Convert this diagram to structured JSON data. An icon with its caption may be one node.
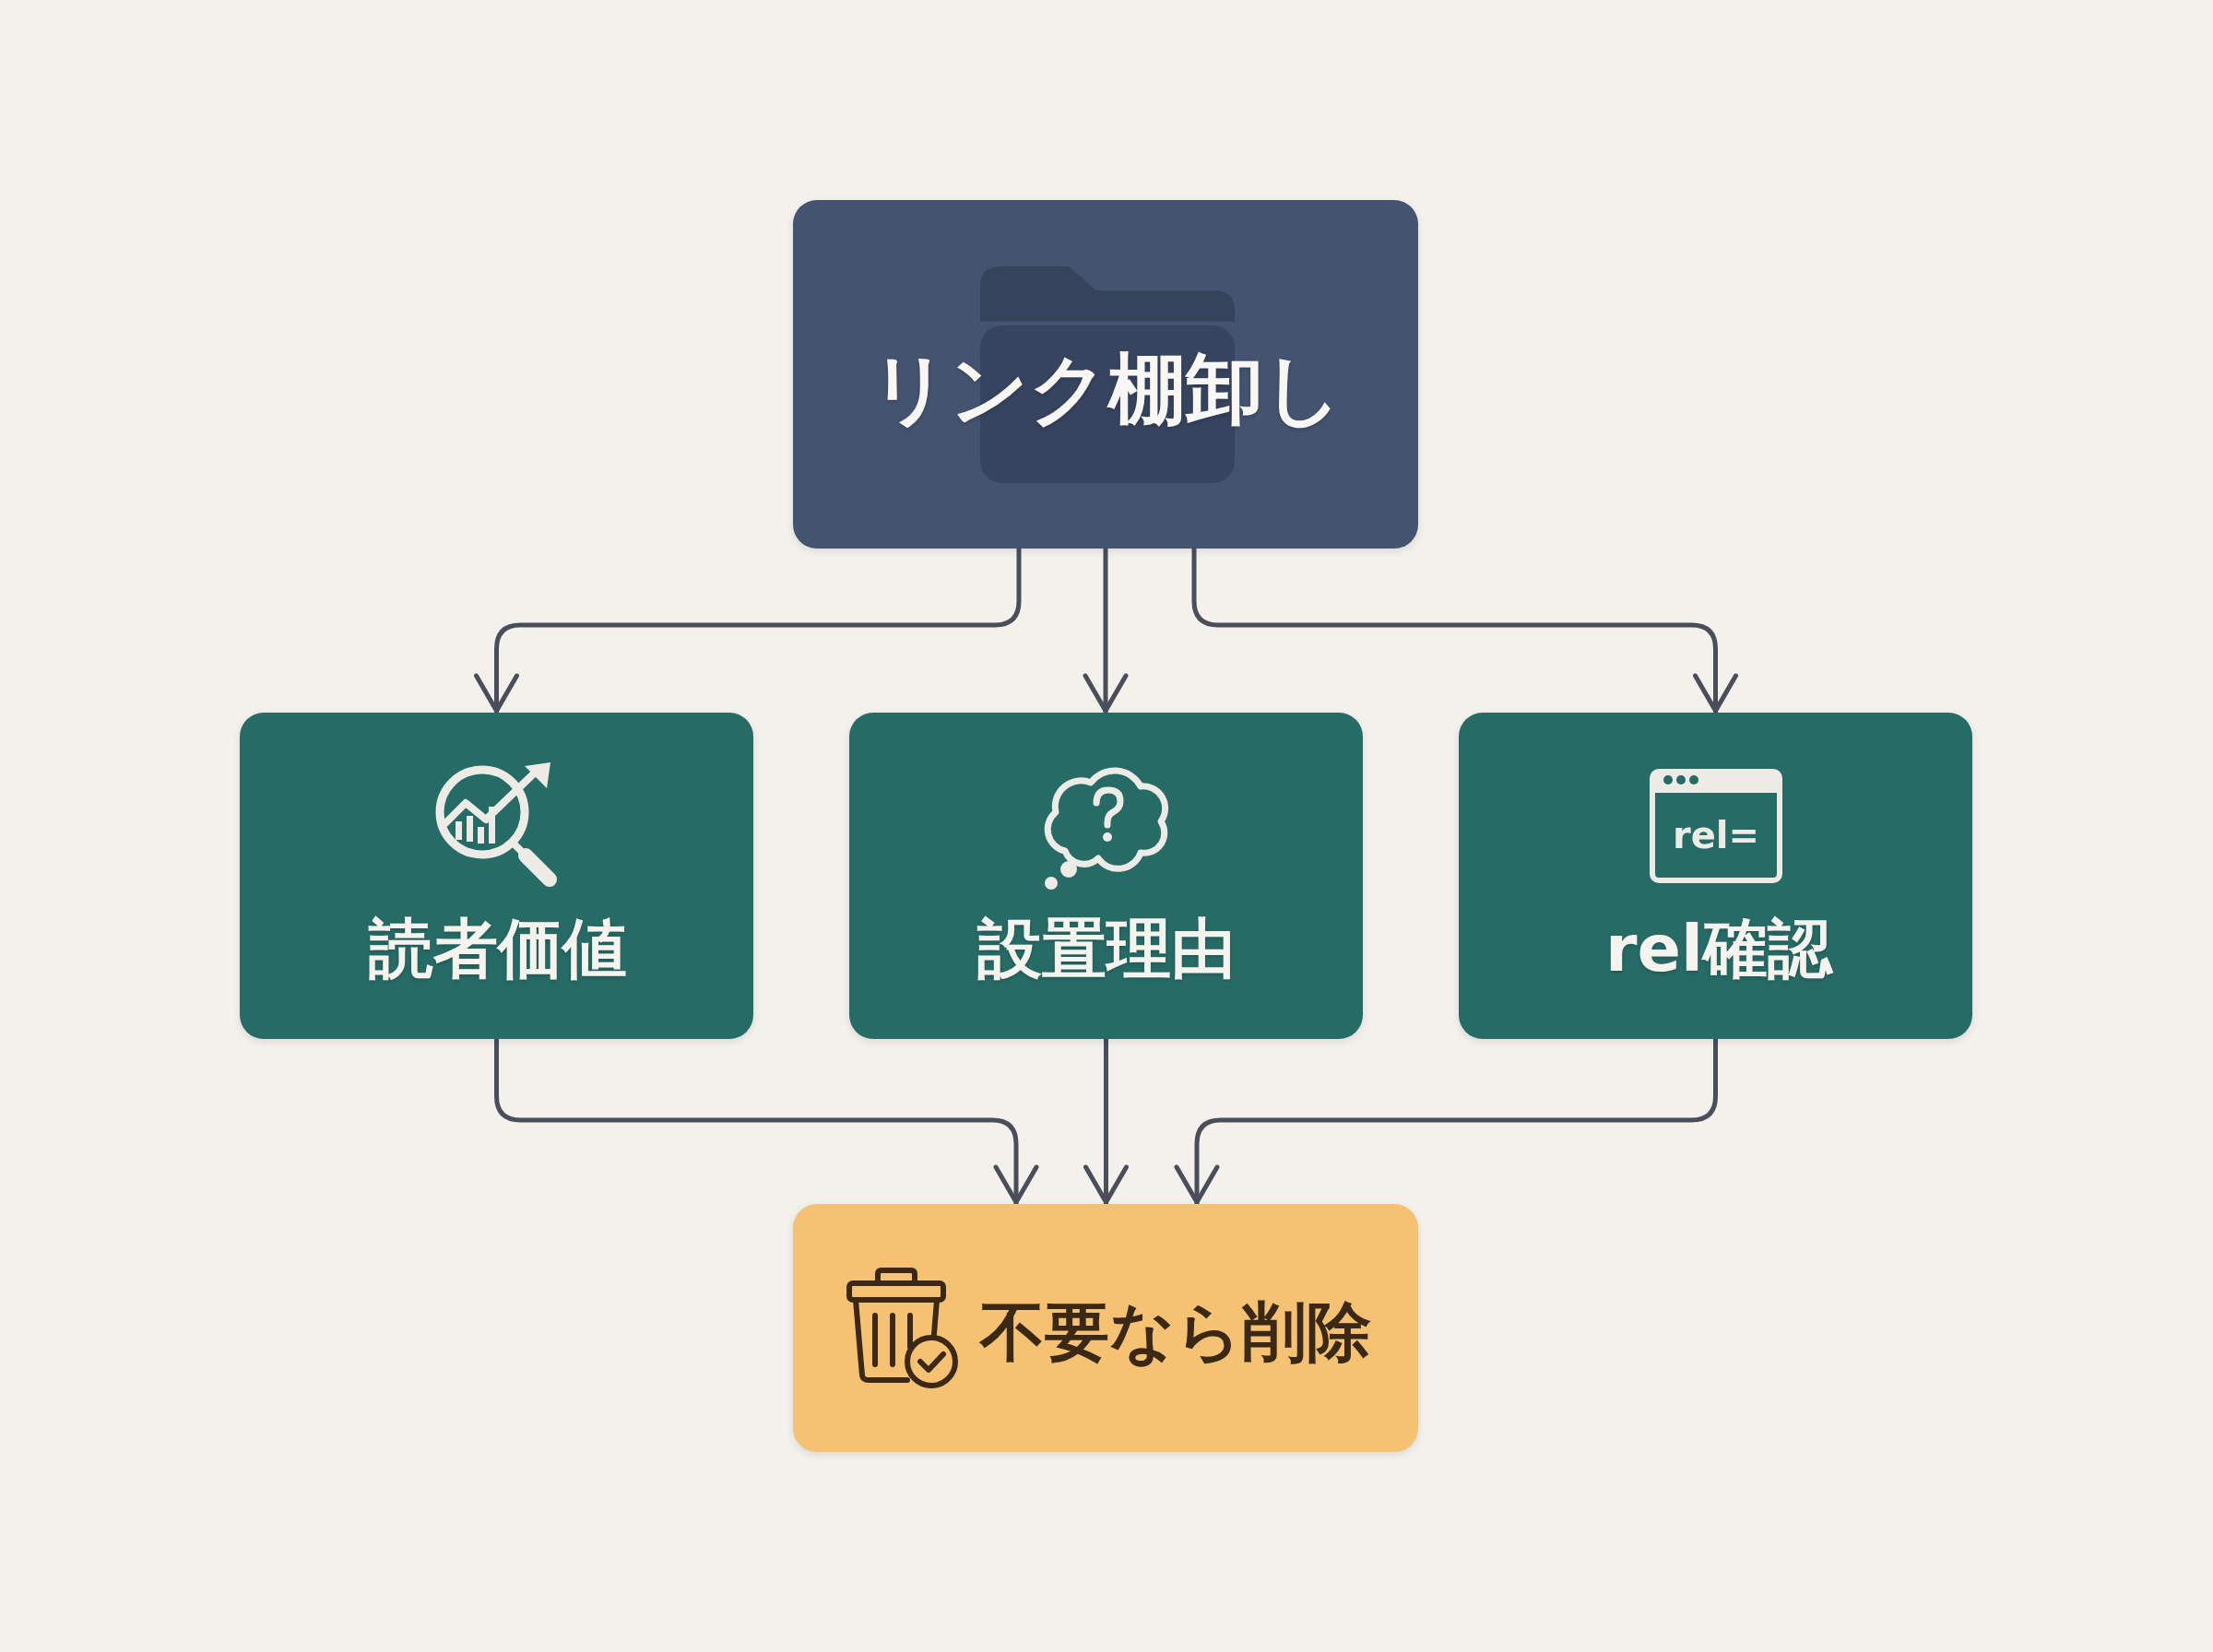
{
  "diagram": {
    "nodes": [
      {
        "text": [
          "リンク棚卸し"
        ]
      },
      {
        "text": [
          "読者価値"
        ]
      },
      {
        "text": [
          "設置理由"
        ]
      },
      {
        "text": [
          "rel=",
          "rel確認"
        ]
      },
      {
        "text": [
          "不要なら削除"
        ]
      }
    ],
    "edges": [
      {
        "from": 0,
        "to": 1,
        "arrow": "to"
      },
      {
        "from": 0,
        "to": 2,
        "arrow": "to"
      },
      {
        "from": 0,
        "to": 3,
        "arrow": "to"
      },
      {
        "from": 1,
        "to": 4,
        "arrow": "to"
      },
      {
        "from": 2,
        "to": 4,
        "arrow": "to"
      },
      {
        "from": 3,
        "to": 4,
        "arrow": "to"
      }
    ]
  }
}
